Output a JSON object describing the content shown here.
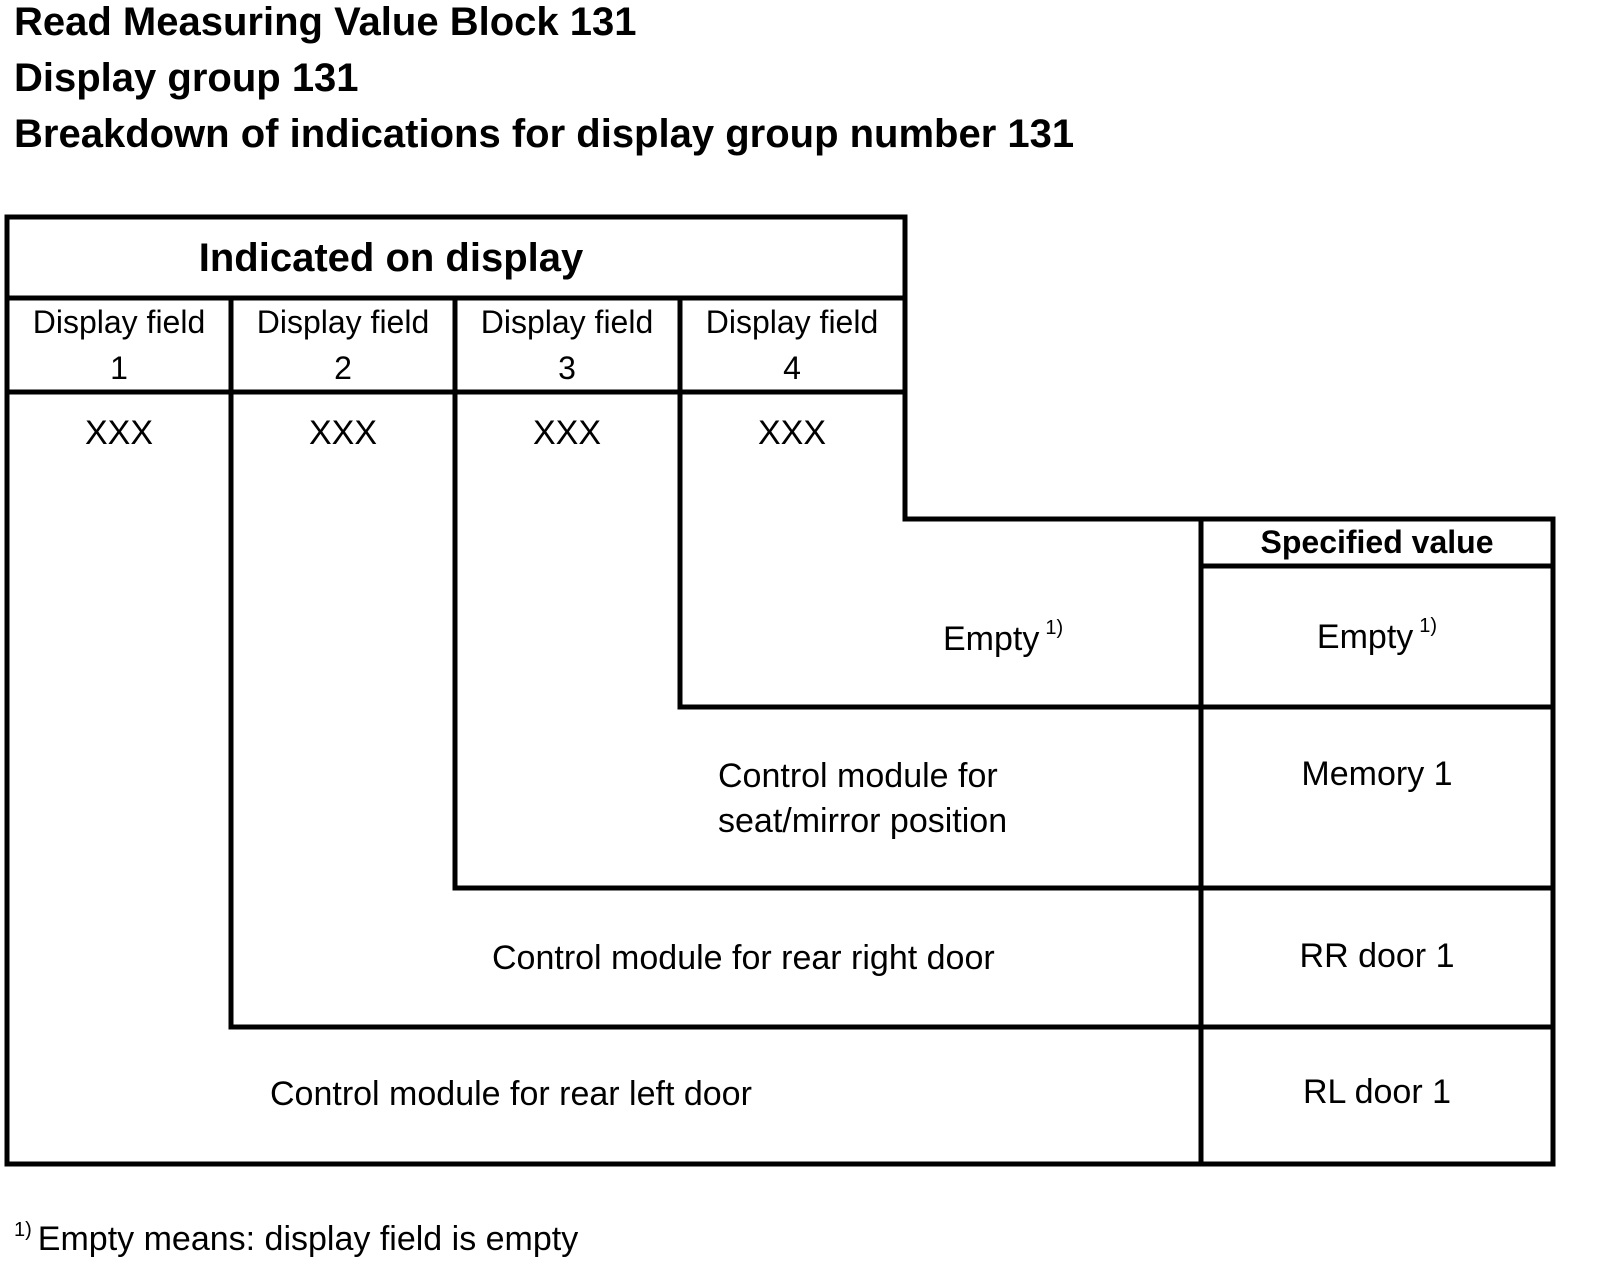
{
  "headings": {
    "line1": "Read Measuring Value Block 131",
    "line2": "Display group 131",
    "line3": "Breakdown of indications for display group number 131"
  },
  "table": {
    "header": "Indicated on display",
    "fields": [
      {
        "label": "Display field",
        "number": "1",
        "value": "XXX"
      },
      {
        "label": "Display field",
        "number": "2",
        "value": "XXX"
      },
      {
        "label": "Display field",
        "number": "3",
        "value": "XXX"
      },
      {
        "label": "Display field",
        "number": "4",
        "value": "XXX"
      }
    ],
    "specified_header": "Specified value",
    "rows": [
      {
        "description": "Empty",
        "footnote_ref": "1)",
        "specified": "Empty",
        "specified_footnote_ref": "1)"
      },
      {
        "description_line1": "Control module for",
        "description_line2": "seat/mirror position",
        "specified": "Memory 1"
      },
      {
        "description": "Control module for rear right door",
        "specified": "RR door 1"
      },
      {
        "description": "Control module for rear left door",
        "specified": "RL door 1"
      }
    ]
  },
  "footnote": {
    "marker": "1)",
    "text": "Empty means: display field is empty"
  }
}
